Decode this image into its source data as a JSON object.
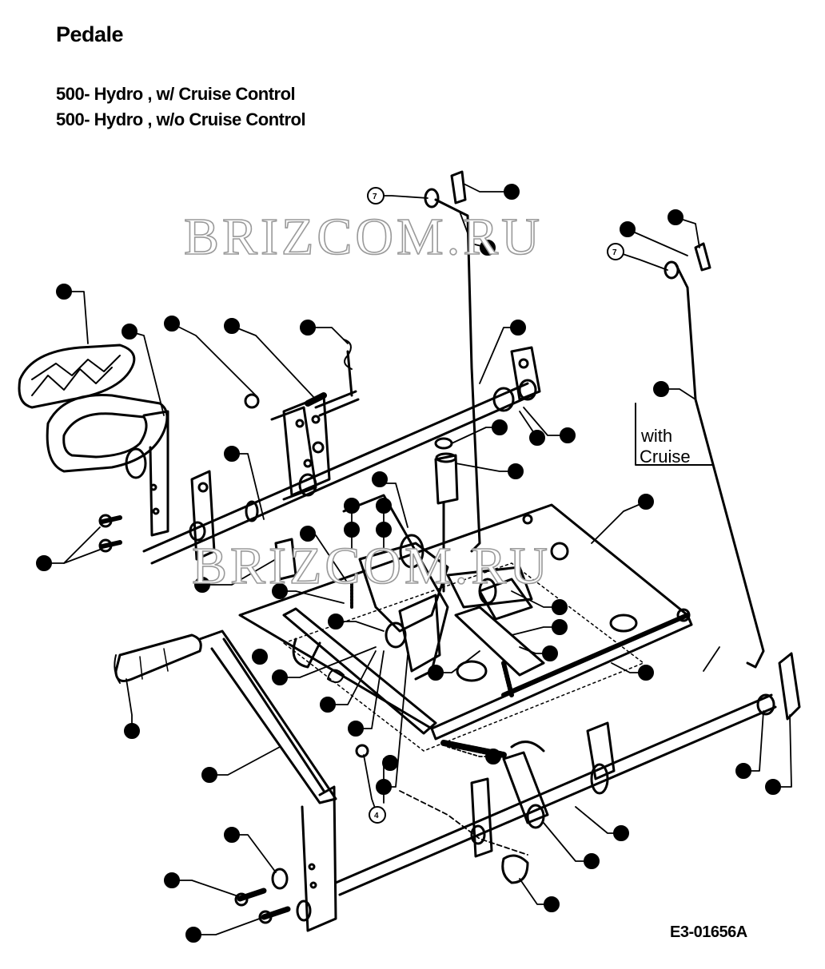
{
  "header": {
    "title": "Pedale",
    "subtitle_1": "500- Hydro ,  w/ Cruise Control",
    "subtitle_2": "500- Hydro ,  w/o Cruise Control"
  },
  "watermark": {
    "text_top": "BRIZCOM.RU",
    "text_mid": "BRIZCOM.RU"
  },
  "note": {
    "line1": "with",
    "line2": "Cruise"
  },
  "part_labels": [
    "7",
    "4"
  ],
  "diagram_code": "E3-01656A",
  "colors": {
    "ink": "#000000",
    "paper": "#ffffff",
    "watermark_outline": "#9a9a9a"
  }
}
